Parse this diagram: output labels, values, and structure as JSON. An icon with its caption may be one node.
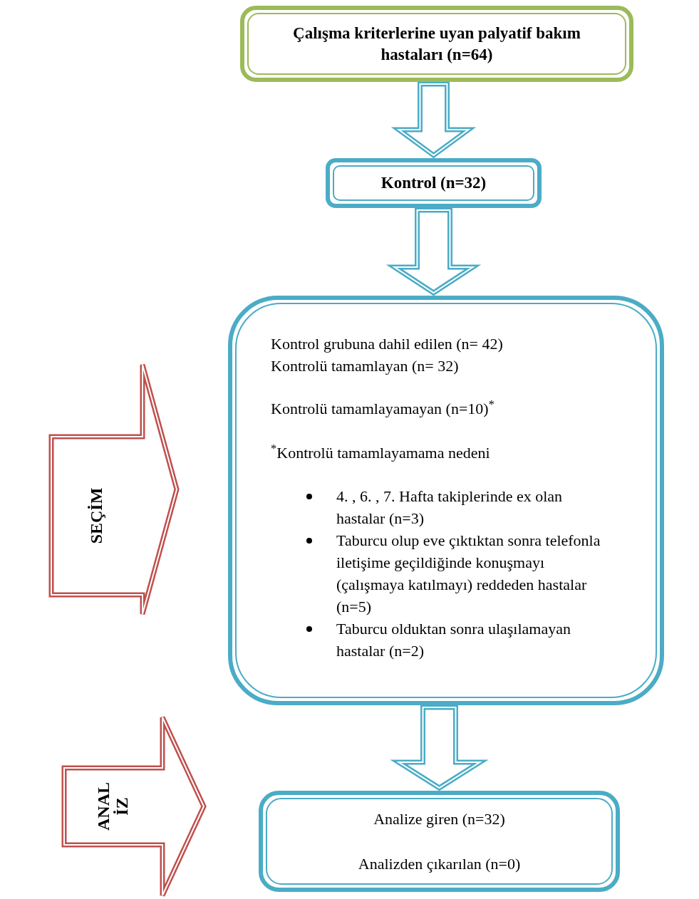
{
  "diagram": {
    "nodes": [
      {
        "text": [
          "Çalışma kriterlerine uyan palyatif bakım hastaları (n=64)"
        ]
      },
      {
        "text": [
          "Kontrol (n=32)"
        ]
      },
      {
        "text": [
          "Kontrol grubuna dahil edilen (n=  42)",
          "Kontrolü tamamlayan  (n= 32)",
          "Kontrolü tamamlayamayan  (n=10)$^{*}$",
          "$^{*}$Kontrolü tamamlayamama nedeni",
          "4. , 6. , 7. Hafta takiplerinde ex olan hastalar (n=3)",
          "Taburcu olup eve çıktıktan sonra telefonla iletişime geçildiğinde konuşmayı (çalışmaya katılmayı) reddeden hastalar (n=5)",
          "Taburcu olduktan sonra ulaşılamayan hastalar (n=2)"
        ]
      },
      {
        "text": [
          "Analize giren (n=32)",
          "Analizden çıkarılan (n=0)"
        ]
      },
      {
        "text": [
          "SEÇİM"
        ]
      },
      {
        "text": [
          "ANAL İZ"
        ]
      }
    ],
    "edges": [
      {
        "from": 0,
        "to": 1,
        "arrow": "to"
      },
      {
        "from": 1,
        "to": 2,
        "arrow": "to"
      },
      {
        "from": 2,
        "to": 3,
        "arrow": "to"
      }
    ]
  }
}
